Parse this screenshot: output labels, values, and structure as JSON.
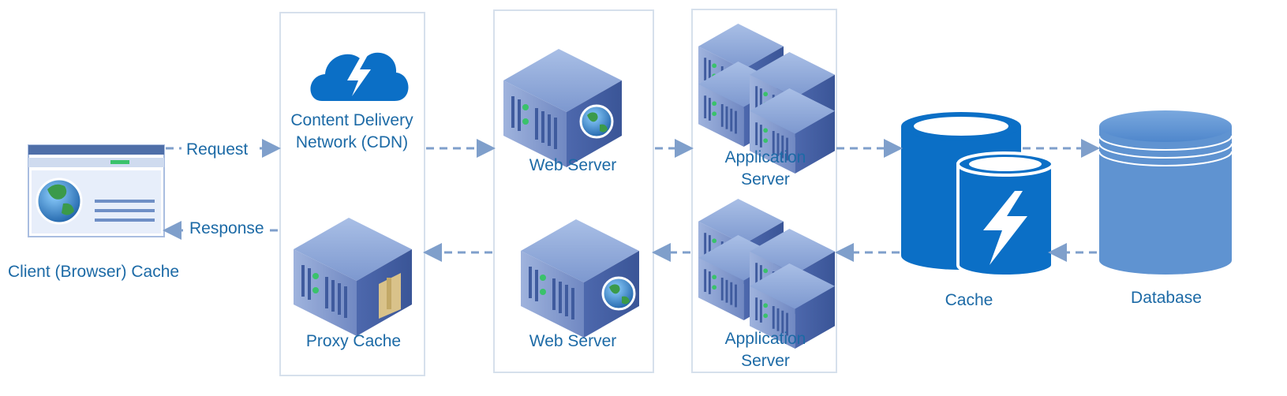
{
  "labels": {
    "client": "Client (Browser) Cache",
    "request": "Request",
    "response": "Response",
    "cdn_line1": "Content Delivery",
    "cdn_line2": "Network (CDN)",
    "proxy": "Proxy Cache",
    "web_top": "Web Server",
    "web_bottom": "Web Server",
    "app_top_line1": "Application",
    "app_top_line2": "Server",
    "app_bottom_line1": "Application",
    "app_bottom_line2": "Server",
    "cache": "Cache",
    "database": "Database"
  },
  "colors": {
    "label_text": "#1c6aa6",
    "accent_blue": "#0b6fc6",
    "server_blue": "#5c79bb",
    "arrow": "#7f9fcb",
    "column_border": "#d6e0ec"
  },
  "icons": [
    "browser-window-icon",
    "cloud-lightning-icon",
    "proxy-server-icon",
    "web-server-icon",
    "application-server-icon",
    "cache-cylinders-icon",
    "database-cylinder-icon"
  ]
}
